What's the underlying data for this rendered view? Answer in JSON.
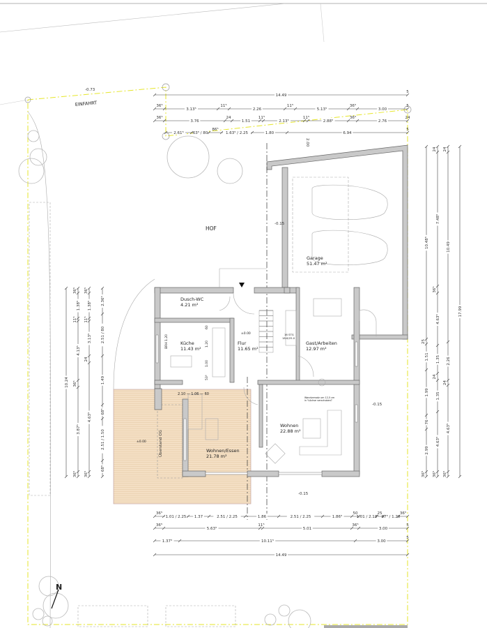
{
  "plan": {
    "labels": {
      "einfahrt": "EINFAHRT",
      "hof": "HOF",
      "elev_top": "-0.73",
      "elev_hof": "-0.15",
      "elev_east": "-0.15",
      "elev_south": "-0.15",
      "elev_flur": "±0.00",
      "elev_terrace": "±0.00",
      "north": "N",
      "brh": "BRH 1.20",
      "stair": "16 STG",
      "stair_ratio": "18.6/25.0",
      "ueberstand": "Überstand OG",
      "note1": "Wandversatz um 12,5 cm",
      "note2": "in Y-Achse verschoben?",
      "kitchen_dims": [
        "60",
        "1.20",
        "1.00",
        "53⁵"
      ],
      "flur_dims": "2.10 — 1.06 — 60",
      "garage_dim": "2.00"
    },
    "rooms": [
      {
        "name": "Dusch-WC",
        "area": "4.21 m²"
      },
      {
        "name": "Küche",
        "area": "11.43 m²"
      },
      {
        "name": "Flur",
        "area": "11.65 m²"
      },
      {
        "name": "Gast/Arbeiten",
        "area": "12.97 m²"
      },
      {
        "name": "Wohnen/Essen",
        "area": "21.78 m²"
      },
      {
        "name": "Wohnen",
        "area": "22.88 m²"
      },
      {
        "name": "Garage",
        "area": "51.47 m²"
      }
    ],
    "dims_top": [
      {
        "labels": [
          "14.49"
        ],
        "end": "5"
      },
      {
        "labels": [
          "36⁵",
          "3.13⁵",
          "11⁵",
          "2.26",
          "11⁵",
          "5.13⁵",
          "36⁵",
          "3.00"
        ],
        "end": "5"
      },
      {
        "labels": [
          "36⁵",
          "3.76",
          "24",
          "1.51",
          "11⁵",
          "2.13⁵",
          "11⁵",
          "2.88⁵",
          "36⁵",
          "2.76"
        ],
        "end": "24"
      },
      {
        "labels": [
          "2.61⁵",
          "63⁵ / 80",
          "86⁵",
          "1.63⁵ / 2.25",
          "1.80",
          "6.94"
        ],
        "end": "5"
      }
    ],
    "dims_bottom": [
      {
        "labels": [
          "36⁵",
          "1.01 / 2.25",
          "1.37",
          "2.51 / 2.25",
          "1.86",
          "2.51 / 2.25",
          "1.86⁵",
          "50",
          "1.01 / 2.13⁵",
          "25",
          "87⁵ / 1.20",
          "36⁵"
        ]
      },
      {
        "labels": [
          "36⁵",
          "5.63⁵",
          "11⁵",
          "5.01",
          "36⁵",
          "3.00"
        ],
        "end": "5"
      },
      {
        "labels": [
          "1.37⁵",
          "10.11⁵",
          "3.00"
        ],
        "end": "5"
      },
      {
        "labels": [
          "14.49"
        ]
      }
    ],
    "dims_left": [
      {
        "labels": [
          "10.24"
        ]
      },
      {
        "labels": [
          "36⁵",
          "1.38⁵",
          "11⁵",
          "4.13⁵",
          "36⁵",
          "3.87⁵",
          "36⁵"
        ]
      },
      {
        "labels": [
          "36⁵",
          "1.38⁵",
          "11⁵",
          "3.13⁵",
          "24",
          "4.63⁵",
          "36⁵"
        ]
      },
      {
        "labels": [
          "2.36⁵",
          "2.51 / 80",
          "1.49",
          "68⁵",
          "2.51 / 1.50",
          "68⁵"
        ]
      }
    ],
    "dims_right": [
      {
        "labels": [
          "10.48⁵",
          "25",
          "1.51",
          "1.99",
          "76",
          "2.99",
          "36⁵"
        ]
      },
      {
        "labels": [
          "24",
          "7.48⁵",
          "36⁵",
          "4.63⁵",
          "1.35",
          "24",
          "1.35",
          "4.63⁵",
          "36⁵"
        ]
      },
      {
        "labels": [
          "24",
          "10.49",
          "2.26",
          "24",
          "4.63⁵",
          "36⁵"
        ]
      },
      {
        "labels": [
          "17.99"
        ]
      }
    ],
    "colors": {
      "terrace": "#f4dfc4",
      "wall": "#c9c9c9",
      "boundary": "#e6e62a"
    }
  }
}
